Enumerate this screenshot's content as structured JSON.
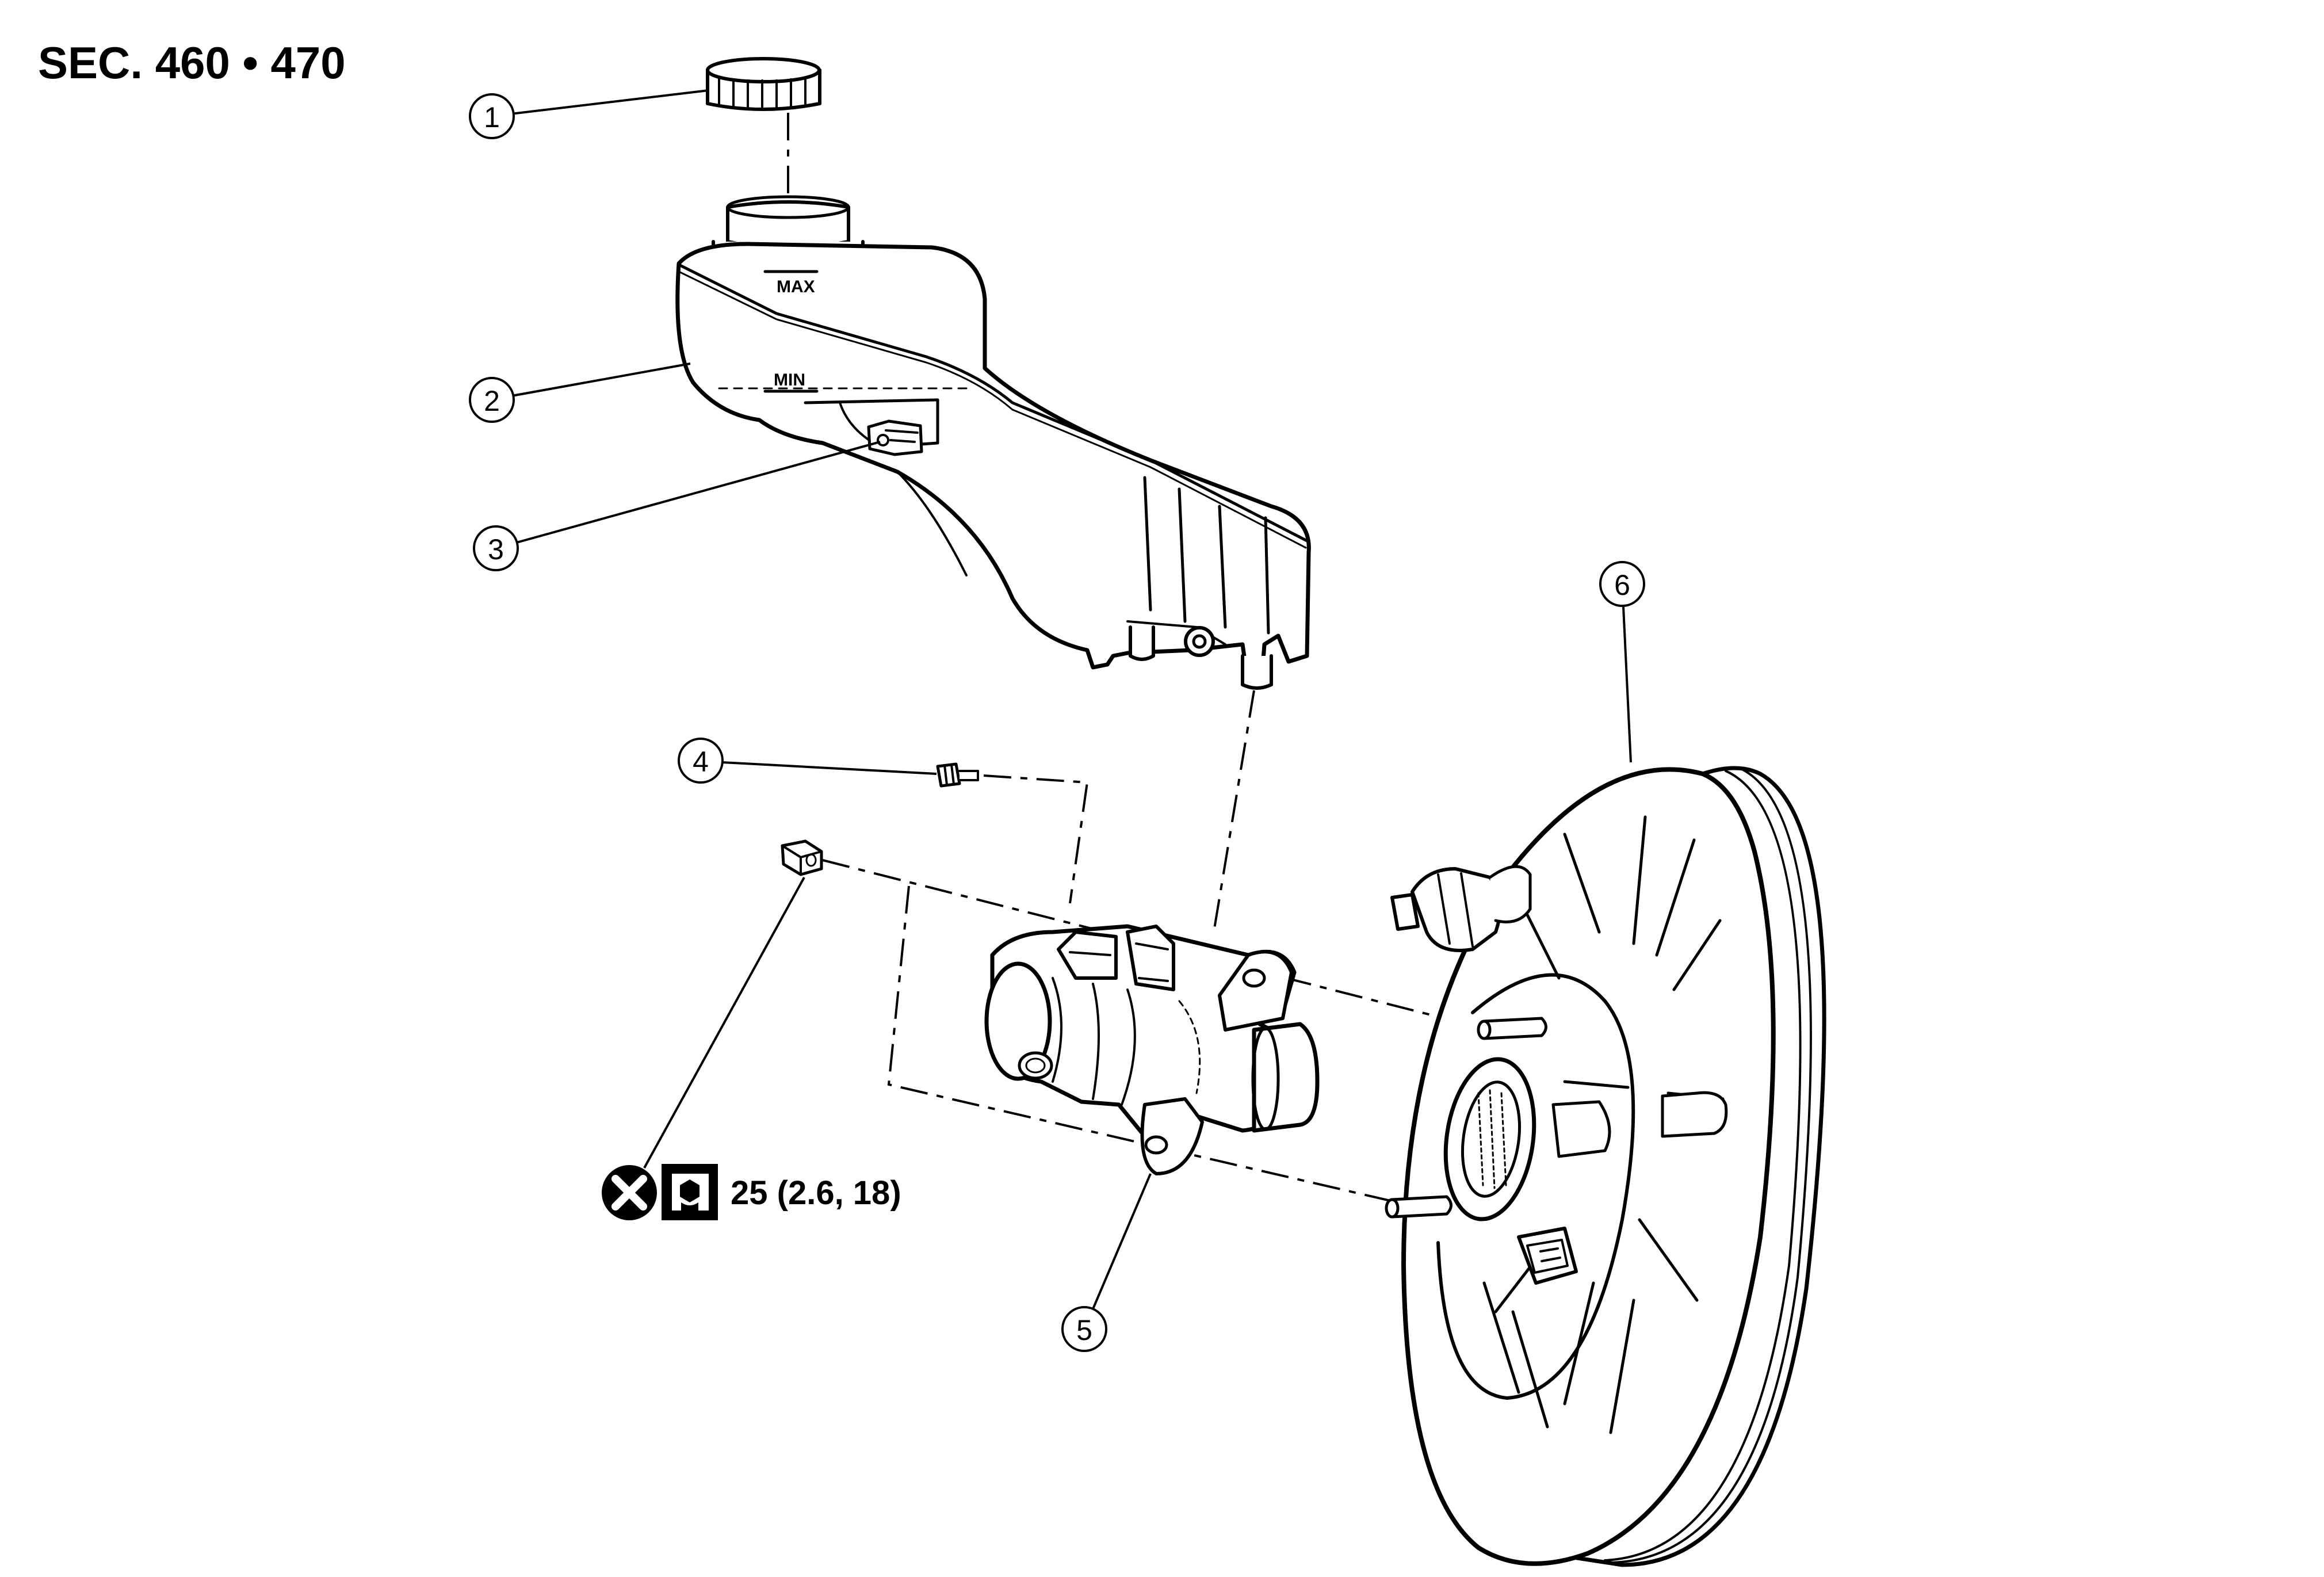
{
  "section_label": "SEC. 460 • 470",
  "tank_markings": {
    "max": "MAX",
    "min": "MIN"
  },
  "callouts": [
    "1",
    "2",
    "3",
    "4",
    "5",
    "6"
  ],
  "torque": {
    "text": "25 (2.6, 18)",
    "icons": [
      "do-not-reuse-icon",
      "tightening-torque-icon"
    ]
  }
}
